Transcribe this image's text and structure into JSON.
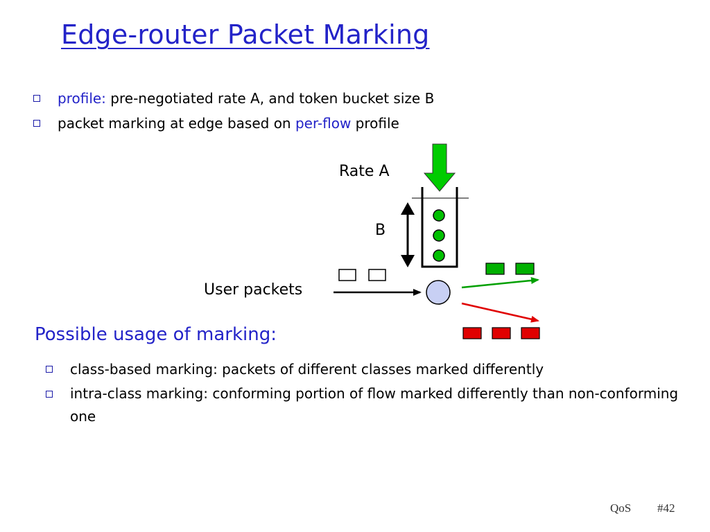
{
  "title": "Edge-router Packet Marking",
  "bullets": [
    {
      "prefix": "profile:",
      "text": " pre-negotiated rate A, and token bucket size B"
    },
    {
      "text_before": "packet marking at edge based on ",
      "highlight": "per-flow",
      "text_after": " profile"
    }
  ],
  "diagram": {
    "rate_label": "Rate A",
    "bucket_label": "B",
    "user_packets_label": "User packets",
    "token_count": 3,
    "incoming_packet_count": 2,
    "conforming_packet_count": 2,
    "nonconforming_packet_count": 3,
    "colors": {
      "token": "#00c000",
      "arrow_green": "#00cc00",
      "conforming": "#00b000",
      "nonconforming": "#e00000",
      "marker": "#c8d0f4"
    }
  },
  "sub_heading": "Possible usage of marking:",
  "usage_bullets": [
    "class-based marking: packets of different classes marked differently",
    "intra-class marking: conforming portion of flow marked differently than non-conforming one"
  ],
  "footer": {
    "section": "QoS",
    "slide_number": "#42"
  },
  "colors": {
    "accent": "#2323c8"
  }
}
